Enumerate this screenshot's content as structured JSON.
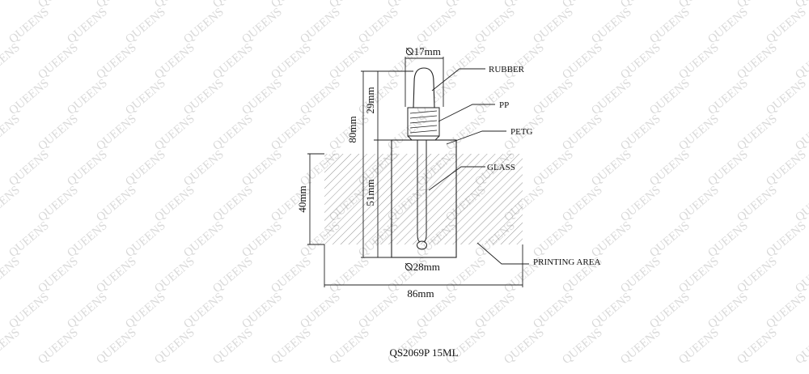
{
  "watermark": {
    "text": "QUEENS"
  },
  "labels": {
    "rubber": "RUBBER",
    "pp": "PP",
    "petg": "PETG",
    "glass": "GLASS",
    "printing_area": "PRINTING AREA"
  },
  "dimensions": {
    "top_diameter": "⦰17mm",
    "bottle_diameter": "⦰28mm",
    "total_height": "80mm",
    "cap_height": "29mm",
    "body_height": "51mm",
    "print_height": "40mm",
    "print_width": "86mm"
  },
  "caption": "QS2069P 15ML"
}
